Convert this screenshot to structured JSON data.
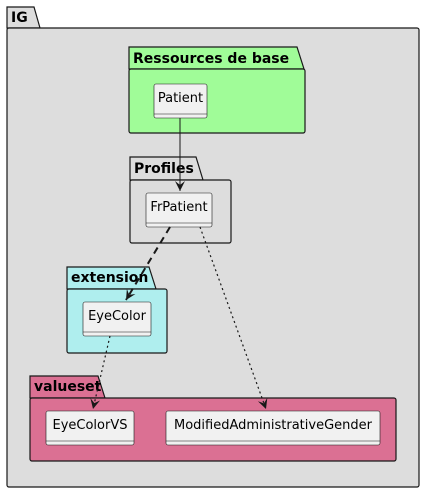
{
  "colors": {
    "outer_fill": "#DDDDDD",
    "base_fill": "#A0FC98",
    "profiles_fill": "#DDDDDD",
    "extension_fill": "#AFEEEE",
    "valueset_fill": "#DB7093",
    "class_fill": "#F1F1F1",
    "stroke": "#181818"
  },
  "packages": {
    "ig": {
      "title": "IG"
    },
    "base": {
      "title": "Ressources de base"
    },
    "profiles": {
      "title": "Profiles"
    },
    "extension": {
      "title": "extension"
    },
    "valueset": {
      "title": "valueset"
    }
  },
  "classes": {
    "patient": "Patient",
    "frpatient": "FrPatient",
    "eyecolor": "EyeColor",
    "eyecolorvs": "EyeColorVS",
    "gender": "ModifiedAdministrativeGender"
  },
  "links": [
    {
      "from": "Patient",
      "to": "FrPatient",
      "style": "solid"
    },
    {
      "from": "FrPatient",
      "to": "EyeColor",
      "style": "dashed"
    },
    {
      "from": "FrPatient",
      "to": "ModifiedAdministrativeGender",
      "style": "dotted"
    },
    {
      "from": "EyeColor",
      "to": "EyeColorVS",
      "style": "dotted"
    }
  ]
}
